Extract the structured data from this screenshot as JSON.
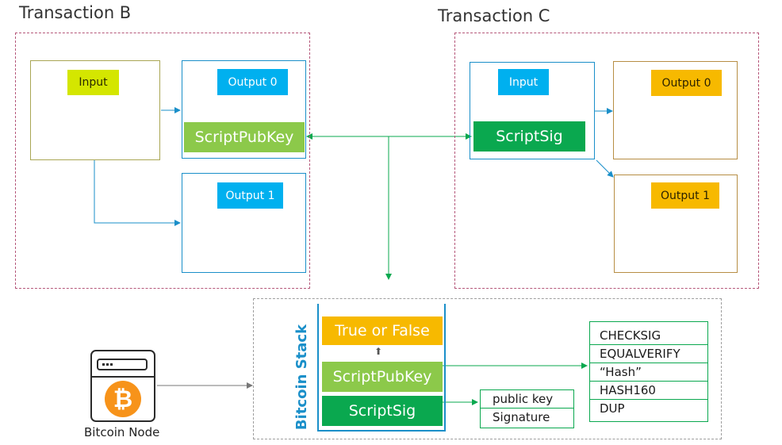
{
  "transaction_b": {
    "title": "Transaction B",
    "input_label": "Input",
    "output0_label": "Output 0",
    "scriptpubkey_label": "ScriptPubKey",
    "output1_label": "Output 1"
  },
  "transaction_c": {
    "title": "Transaction C",
    "input_label": "Input",
    "scriptsig_label": "ScriptSig",
    "output0_label": "Output 0",
    "output1_label": "Output 1"
  },
  "stack": {
    "label": "Bitcoin Stack",
    "top": "True or False",
    "middle": "ScriptPubKey",
    "bottom": "ScriptSig",
    "up_arrow": "⬆"
  },
  "scriptpubkey_ops": [
    "CHECKSIG",
    "EQUALVERIFY",
    "“Hash”",
    "HASH160",
    "DUP"
  ],
  "scriptsig_parts": [
    "public key",
    "Signature"
  ],
  "node": {
    "caption": "Bitcoin Node",
    "symbol": "₿",
    "icon": "bitcoin-node-server-icon"
  },
  "colors": {
    "input_b": "#d4e600",
    "output_tags": "#00b0ef",
    "tx_c_outputs": "#f7b900",
    "scriptpubkey": "#8cc94a",
    "scriptsig": "#0aa84f",
    "dashed_border": "#b5577a",
    "arrow_blue": "#1a8fc9",
    "arrow_green": "#0aa84f",
    "bitcoin_orange": "#f7931a"
  }
}
